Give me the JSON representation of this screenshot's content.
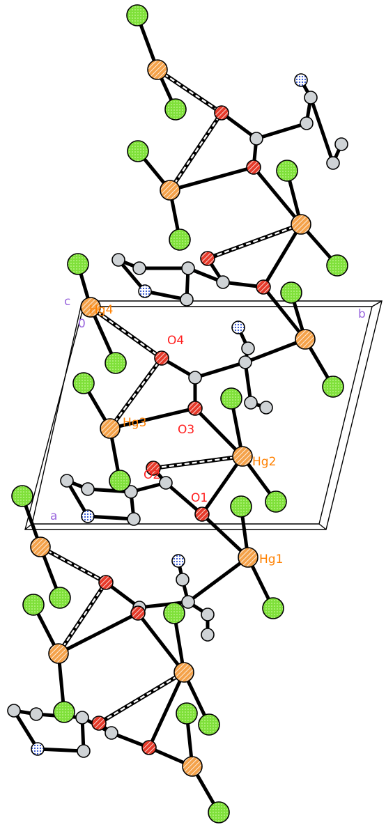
{
  "colors": {
    "hg": "#f4a24a",
    "cl": "#7fe03a",
    "o": "#e53a2a",
    "n": "#2a4fd0",
    "c": "#cfd3d6",
    "label_atom": "#ff8000",
    "label_o": "#ff2020",
    "label_axis": "#9966dd"
  },
  "labels": {
    "hg1": "Hg1",
    "hg2": "Hg2",
    "hg3": "Hg3",
    "hg4": "Hg4",
    "o1": "O1",
    "o2": "O2",
    "o3": "O3",
    "o4": "O4"
  },
  "axes": {
    "a": "a",
    "b": "b",
    "c": "c",
    "origin": "0"
  }
}
